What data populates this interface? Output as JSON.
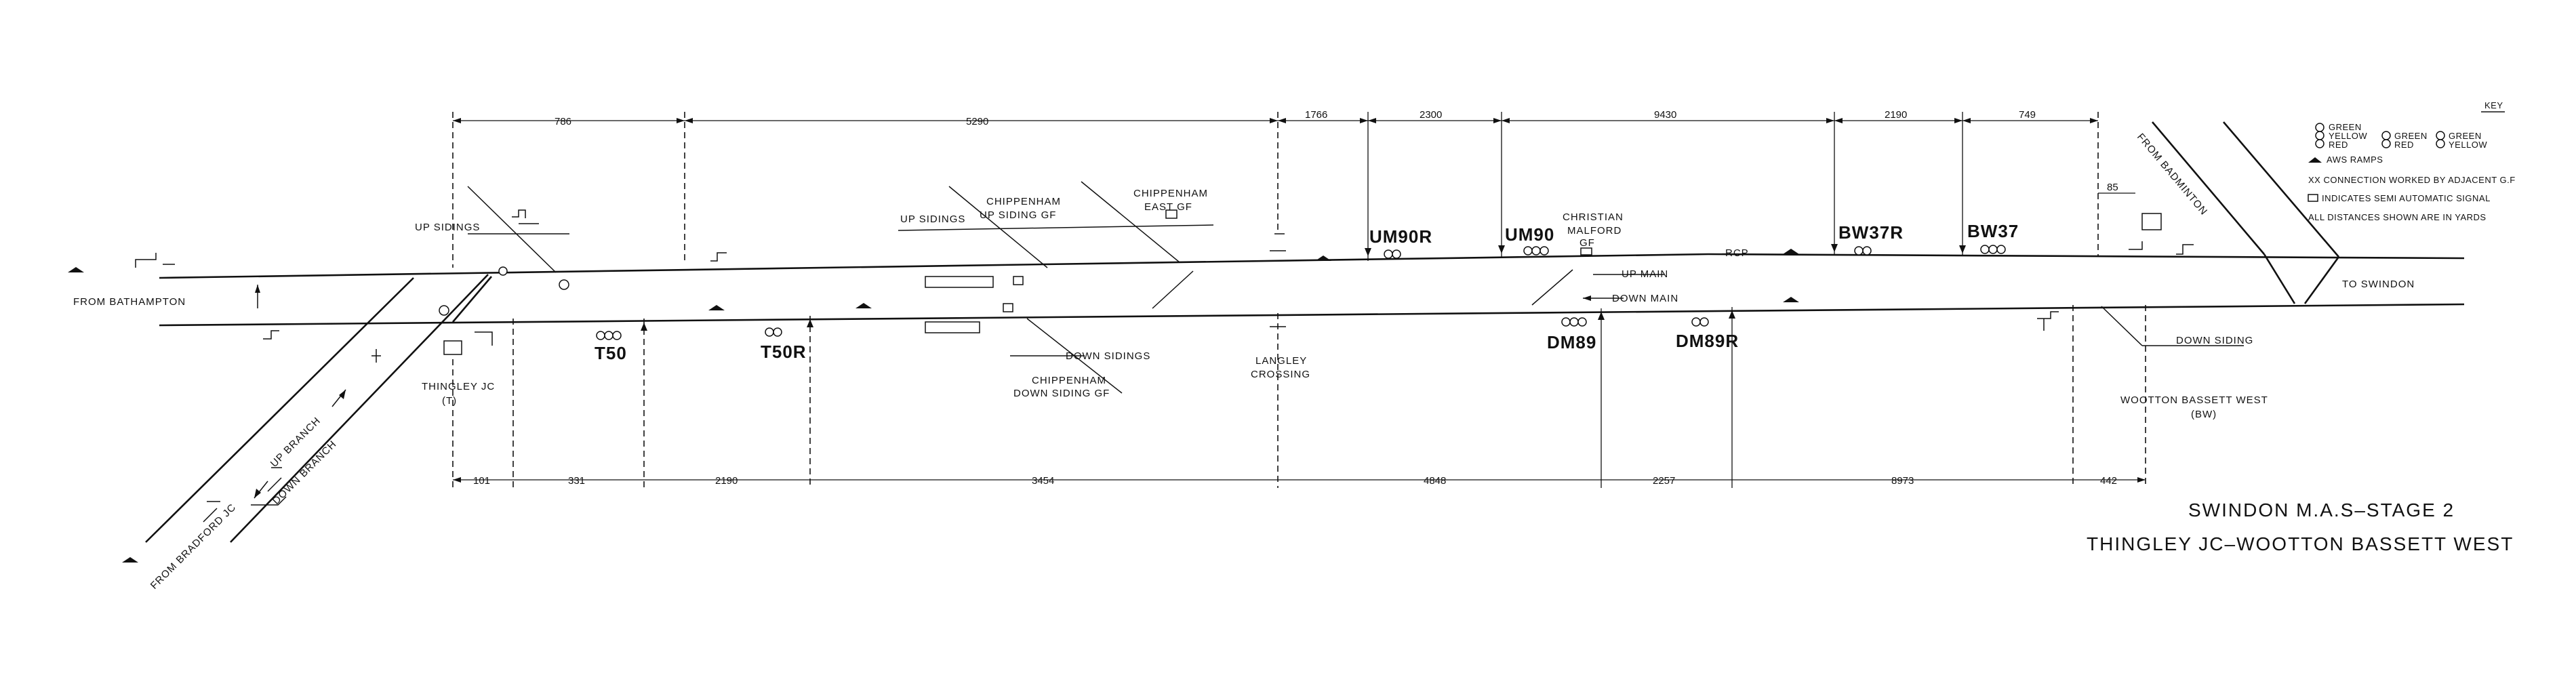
{
  "title": {
    "line1": "SWINDON M.A.S–STAGE 2",
    "line2": "THINGLEY JC–WOOTTON BASSETT WEST"
  },
  "key": {
    "heading": "KEY",
    "aspect1": [
      "GREEN",
      "YELLOW",
      "RED"
    ],
    "aspect2": [
      "GREEN",
      "RED"
    ],
    "aspect3": [
      "GREEN",
      "YELLOW"
    ],
    "aws": "AWS RAMPS",
    "connection": "XX CONNECTION WORKED BY ADJACENT G.F",
    "semi_auto": "INDICATES SEMI AUTOMATIC SIGNAL",
    "distances": "ALL DISTANCES SHOWN ARE IN YARDS"
  },
  "labels": {
    "from_bathampton": "FROM BATHAMPTON",
    "to_swindon": "TO SWINDON",
    "from_badminton": "FROM BADMINTON",
    "from_bradford": "FROM BRADFORD JC",
    "up_branch": "UP BRANCH",
    "down_branch": "DOWN BRANCH",
    "up_sidings_1": "UP SIDINGS",
    "up_sidings_2": "UP SIDINGS",
    "down_sidings": "DOWN SIDINGS",
    "down_siding": "DOWN SIDING",
    "up_main": "UP MAIN",
    "down_main": "DOWN MAIN",
    "rcp": "RCP"
  },
  "locations": {
    "thingley_1": "THINGLEY JC",
    "thingley_2": "(T)",
    "chip_up_1": "CHIPPENHAM",
    "chip_up_2": "UP SIDING GF",
    "chip_east_1": "CHIPPENHAM",
    "chip_east_2": "EAST GF",
    "chip_down_1": "CHIPPENHAM",
    "chip_down_2": "DOWN SIDING GF",
    "langley_1": "LANGLEY",
    "langley_2": "CROSSING",
    "christian_1": "CHRISTIAN",
    "christian_2": "MALFORD",
    "christian_3": "GF",
    "wootton_1": "WOOTTON BASSETT WEST",
    "wootton_2": "(BW)"
  },
  "signals": {
    "t50": "T50",
    "t50r": "T50R",
    "um90r": "UM90R",
    "um90": "UM90",
    "dm89": "DM89",
    "dm89r": "DM89R",
    "bw37r": "BW37R",
    "bw37": "BW37"
  },
  "distances_top": [
    "786",
    "5290",
    "1766",
    "2300",
    "9430",
    "2190",
    "749",
    "85"
  ],
  "distances_bottom": [
    "101",
    "331",
    "2190",
    "3454",
    "4848",
    "2257",
    "8973",
    "442"
  ]
}
